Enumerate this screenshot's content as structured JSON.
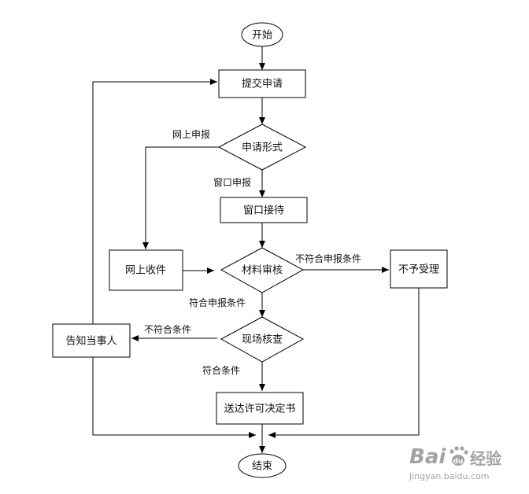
{
  "diagram": {
    "nodes": {
      "start": "开始",
      "submit": "提交申请",
      "form": "申请形式",
      "window": "窗口接待",
      "online": "网上收件",
      "review": "材料审核",
      "reject": "不予受理",
      "inspect": "现场核查",
      "notify": "告知当事人",
      "deliver": "送达许可决定书",
      "end": "结束"
    },
    "edge_labels": {
      "online_apply": "网上申报",
      "window_apply": "窗口申报",
      "not_meet_apply": "不符合申报条件",
      "meet_apply": "符合申报条件",
      "not_meet": "不符合条件",
      "meet": "符合条件"
    }
  },
  "watermark": {
    "brand": "Bai",
    "brand_suffix": "经验",
    "url": "jingyan.baidu.com"
  }
}
